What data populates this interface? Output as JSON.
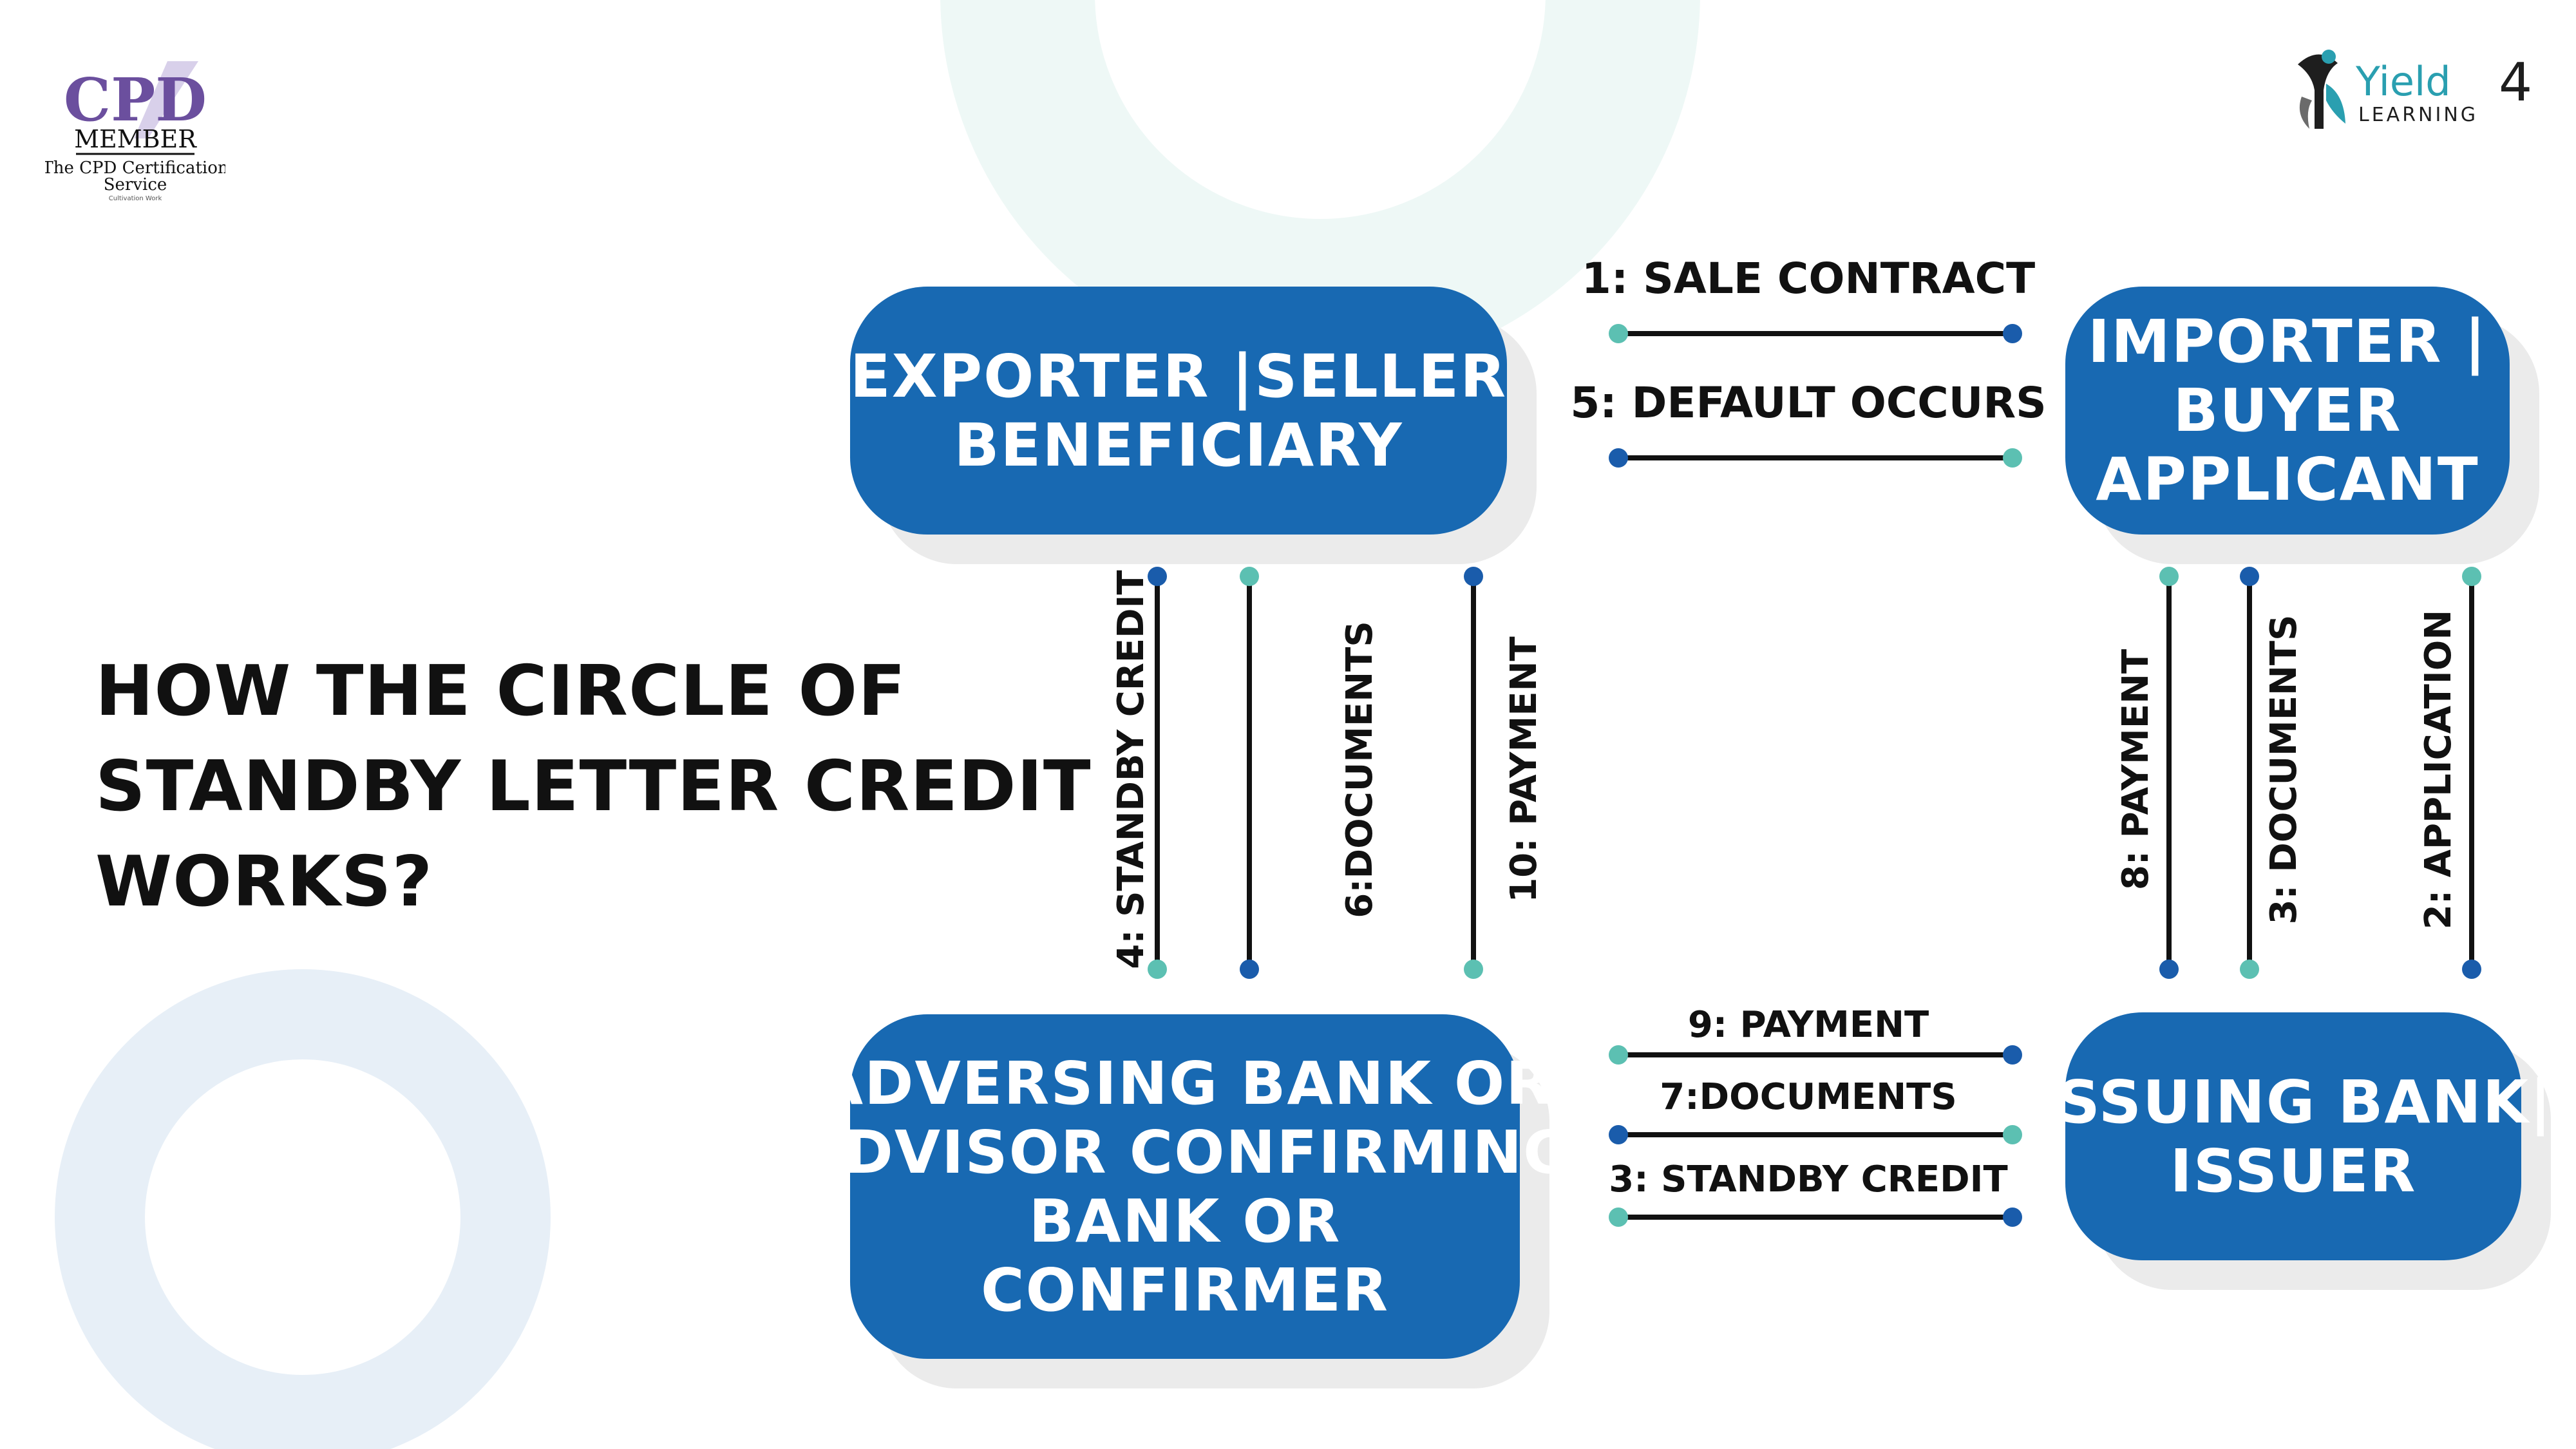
{
  "logos": {
    "cpd": {
      "main": "CPD",
      "member": "MEMBER",
      "line1": "The CPD Certification",
      "line2": "Service",
      "line3": "Cultivation Work"
    },
    "yield4": {
      "name": "Yield",
      "number": "4",
      "sub": "LEARNING"
    }
  },
  "heading": {
    "lines": [
      "HOW THE CIRCLE OF",
      "STANDBY LETTER CREDIT",
      "WORKS?"
    ]
  },
  "nodes": {
    "exporter": {
      "lines": [
        "EXPORTER  |SELLER",
        "BENEFICIARY"
      ]
    },
    "importer": {
      "lines": [
        "IMPORTER  |",
        "BUYER",
        "APPLICANT"
      ]
    },
    "advising_bank": {
      "lines": [
        "ADVERSING BANK OR",
        "ADVISOR CONFIRMING",
        "BANK OR",
        "CONFIRMER"
      ]
    },
    "issuing_bank": {
      "lines": [
        "ISSUING BANK|",
        "ISSUER"
      ]
    }
  },
  "flows": {
    "exporter_importer": [
      "1: SALE CONTRACT",
      "5: DEFAULT OCCURS"
    ],
    "exporter_advising": [
      "4: STANDBY CREDIT",
      "6:DOCUMENTS",
      "10: PAYMENT"
    ],
    "importer_issuing": [
      "8: PAYMENT",
      "3: DOCUMENTS",
      "2: APPLICATION"
    ],
    "advising_issuing": [
      "9: PAYMENT",
      "7:DOCUMENTS",
      "3: STANDBY CREDIT"
    ]
  },
  "colors": {
    "primary": "#1869b2",
    "teal": "#5cc0b2",
    "dark_blue": "#1a5cab",
    "text": "#111111",
    "logo_purple": "#6b4f9e",
    "logo_teal": "#2a9fb0"
  }
}
